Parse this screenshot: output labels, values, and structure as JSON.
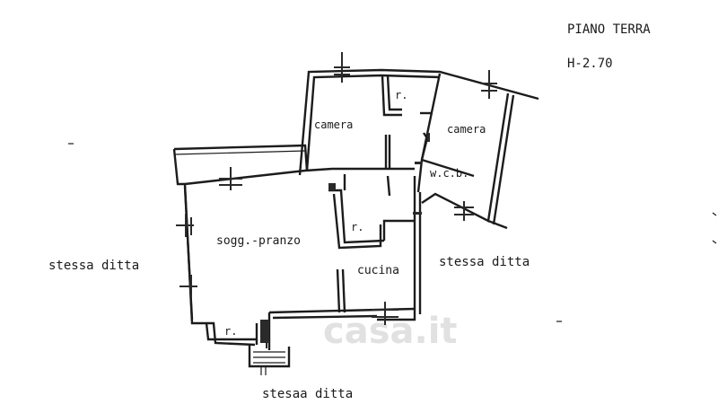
{
  "header": {
    "floor": "PIANO TERRA",
    "height": "H-2.70"
  },
  "rooms": {
    "camera_left": "camera",
    "ripostiglio_top": "r.",
    "camera_right": "camera",
    "wcb": "w.c.b.",
    "soggiorno": "sogg.-pranzo",
    "ripostiglio_mid": "r.",
    "cucina": "cucina",
    "ripostiglio_bottom": "r."
  },
  "neighbors": {
    "left": "stessa ditta",
    "right": "stessa ditta",
    "bottom": "stesaa ditta"
  },
  "watermark": "casa.it"
}
